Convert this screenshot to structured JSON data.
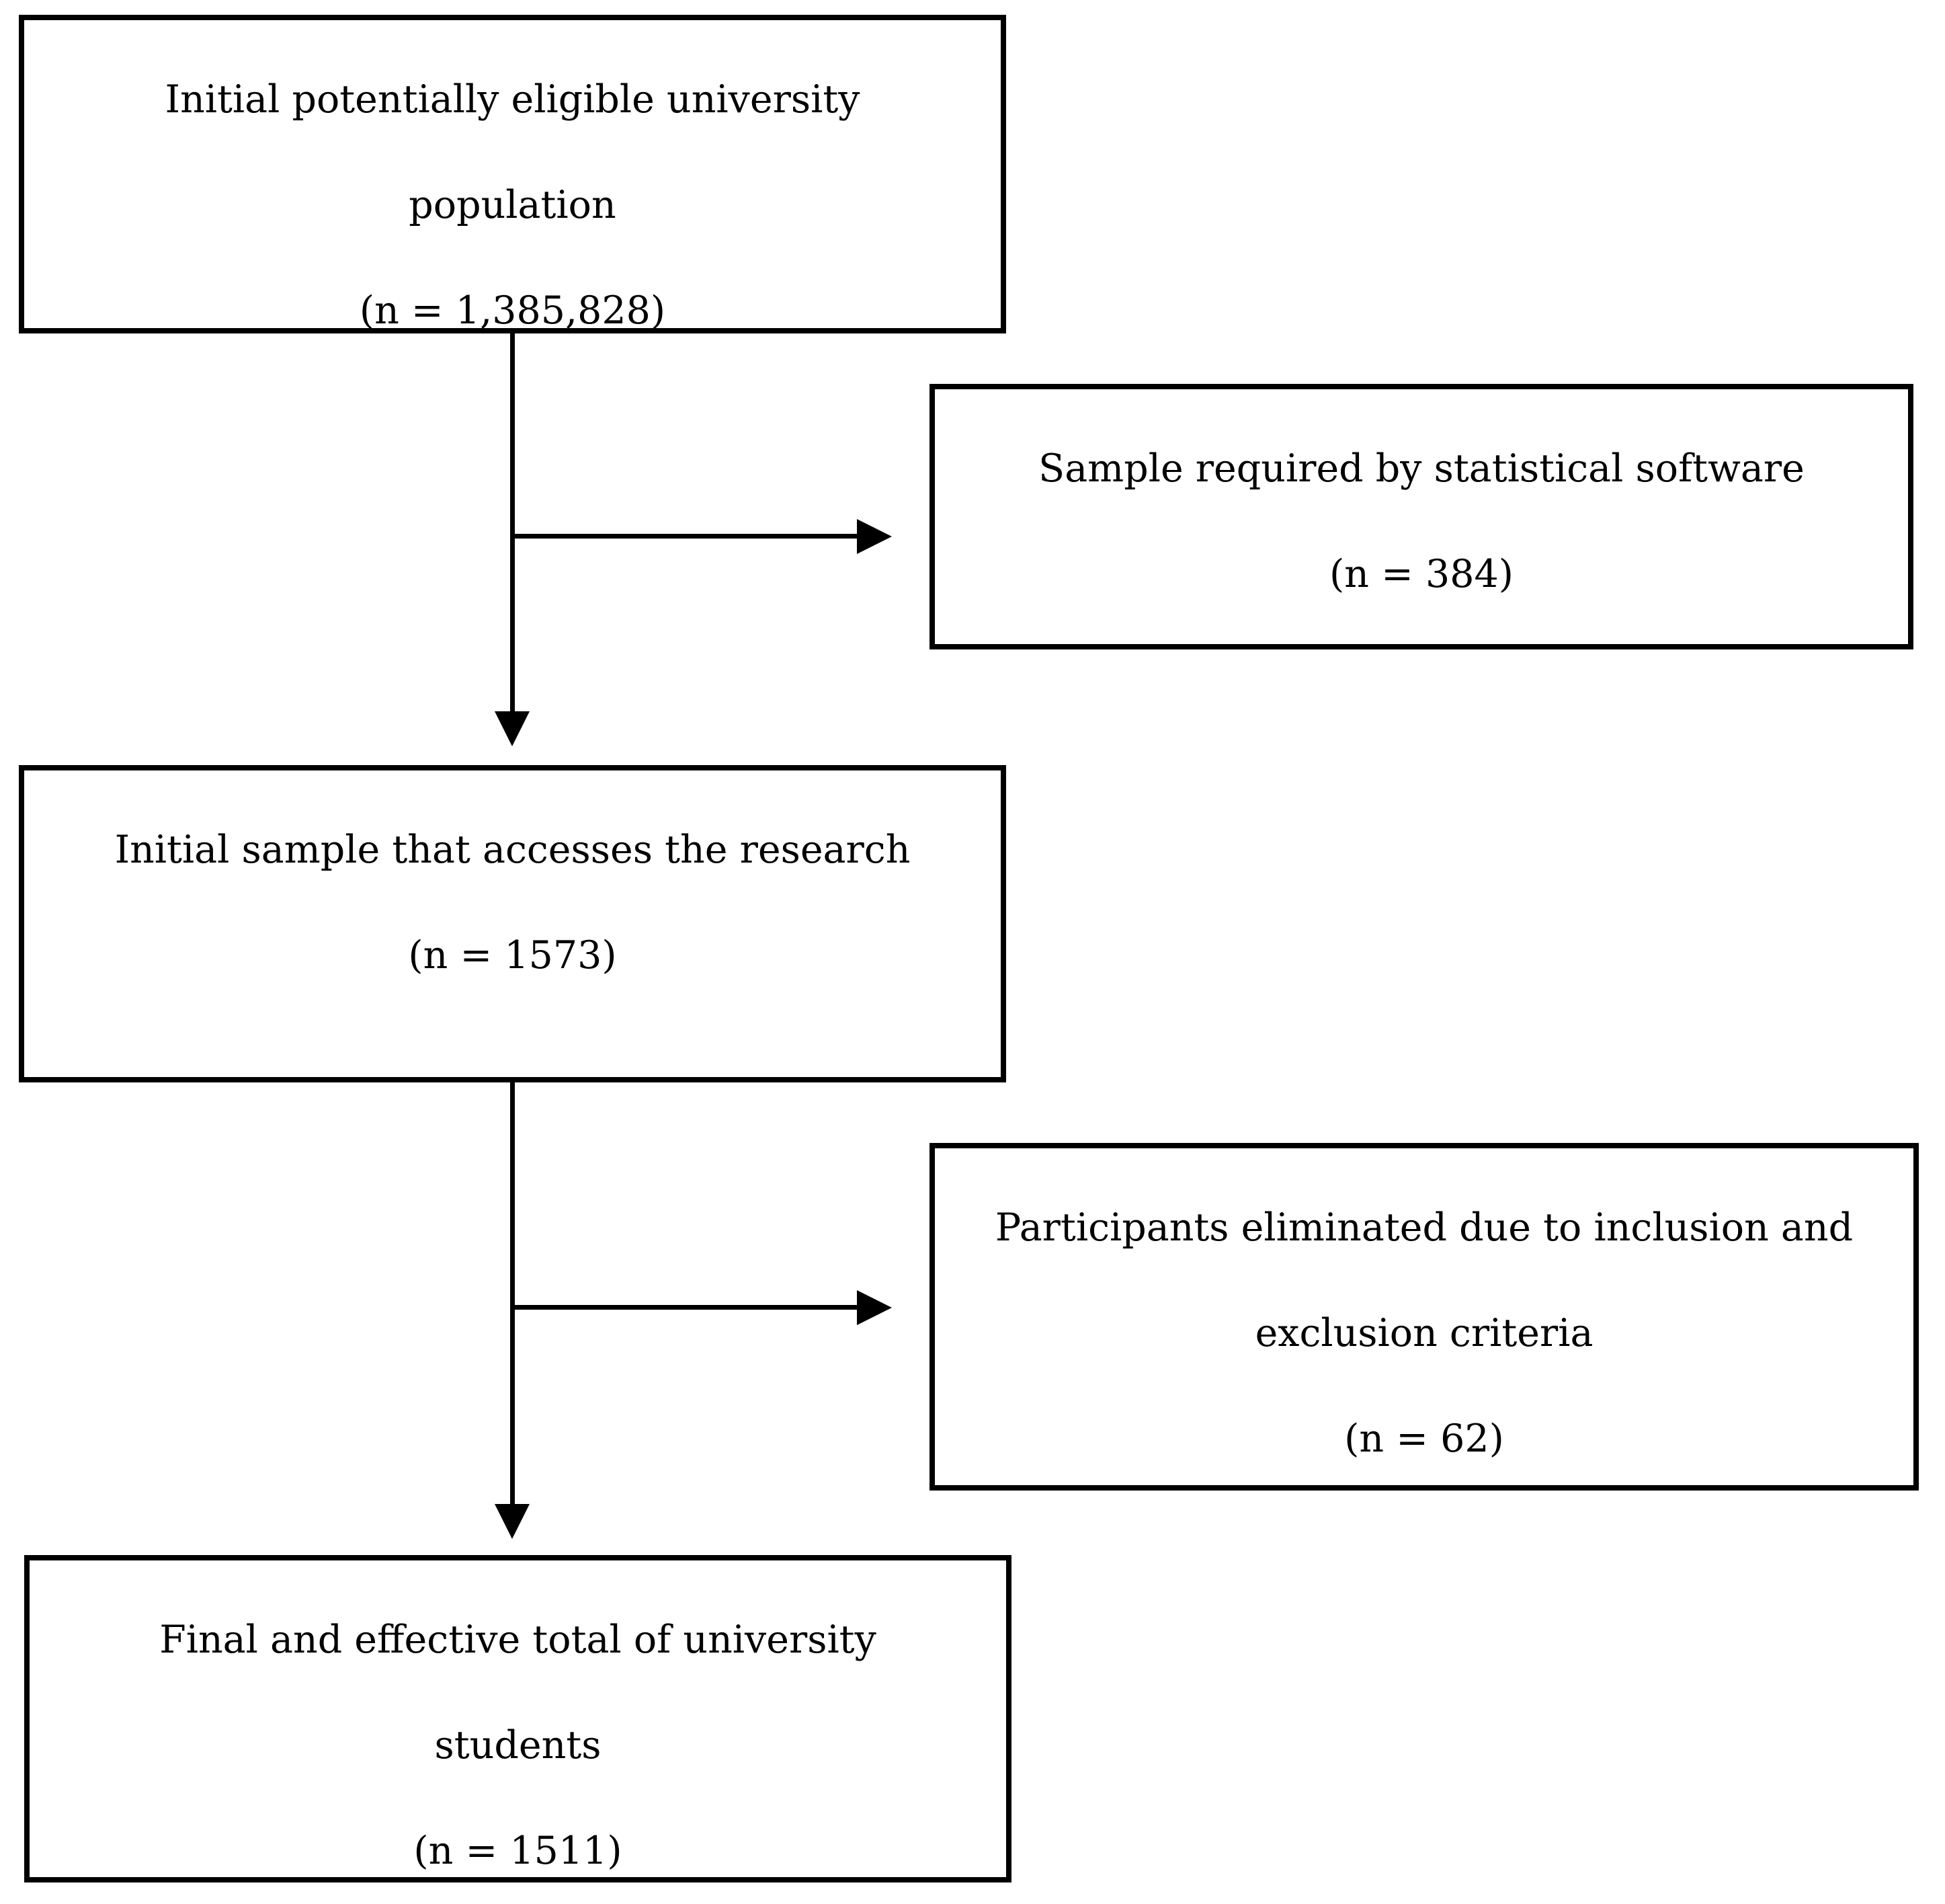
{
  "flowchart": {
    "background_color": "#ffffff",
    "line_color": "#000000",
    "boxes": [
      {
        "id": "initial-population",
        "lines": [
          "Initial potentially eligible university",
          "population",
          "(n = 1,385,828)"
        ]
      },
      {
        "id": "sample-required",
        "lines": [
          "Sample required by statistical software",
          "(n = 384)"
        ]
      },
      {
        "id": "initial-sample",
        "lines": [
          "Initial sample that accesses the research",
          "(n = 1573)"
        ]
      },
      {
        "id": "participants-eliminated",
        "lines": [
          "Participants eliminated due to inclusion and",
          "exclusion criteria",
          "(n = 62)"
        ]
      },
      {
        "id": "final-total",
        "lines": [
          "Final and effective total of university",
          "students",
          "(n = 1511)"
        ]
      }
    ]
  }
}
